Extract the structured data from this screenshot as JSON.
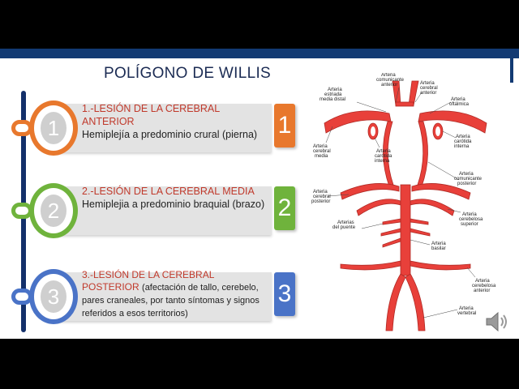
{
  "slide": {
    "title": "POLÍGONO DE WILLIS",
    "items": [
      {
        "number": "1",
        "head": "1.-LESIÓN DE LA CEREBRAL ANTERIOR",
        "body": "Hemiplejía a predominio crural (pierna)",
        "color": "#e8782d"
      },
      {
        "number": "2",
        "head": "2.-LESIÓN DE LA CEREBRAL MEDIA",
        "body": "Hemiplejia a predominio braquial (brazo)",
        "color": "#6fb33c"
      },
      {
        "number": "3",
        "head": "3.-LESIÓN DE LA CEREBRAL POSTERIOR",
        "body": "(afectación de tallo, cerebelo, pares craneales, por tanto síntomas y signos referidos a esos territorios)",
        "color": "#4a73c7"
      }
    ],
    "accent_color": "#14306a",
    "title_color": "#1b2b53"
  },
  "diagram": {
    "labels": {
      "comunicante_anterior": [
        "Arteria",
        "comunicante",
        "anterior"
      ],
      "estriada": [
        "Arteria",
        "estriada",
        "media distal"
      ],
      "cerebral_anterior": [
        "Arteria",
        "cerebral",
        "anterior"
      ],
      "oftalmica": [
        "Arteria",
        "oftálmica"
      ],
      "cerebral_media": [
        "Arteria",
        "cerebral",
        "media"
      ],
      "carotida_interna_left": [
        "Arteria",
        "carótida",
        "interna"
      ],
      "carotida_interna_right": [
        "Arteria",
        "carótida",
        "interna"
      ],
      "comunicante_posterior": [
        "Arteria",
        "comunicante",
        "posterior"
      ],
      "cerebral_posterior": [
        "Arteria",
        "cerebral",
        "posterior"
      ],
      "cerebelosa_superior": [
        "Arteria",
        "cerebelosa",
        "superior"
      ],
      "puente": [
        "Arterias",
        "del puente"
      ],
      "basilar": [
        "Arteria",
        "basilar"
      ],
      "cerebelosa_anterior": [
        "Arteria",
        "cerebelosa",
        "anterior"
      ],
      "vertebral": [
        "Arteria",
        "vertebral"
      ]
    },
    "artery_color": "#e8403a"
  },
  "speaker": {
    "icon": "speaker-icon"
  }
}
